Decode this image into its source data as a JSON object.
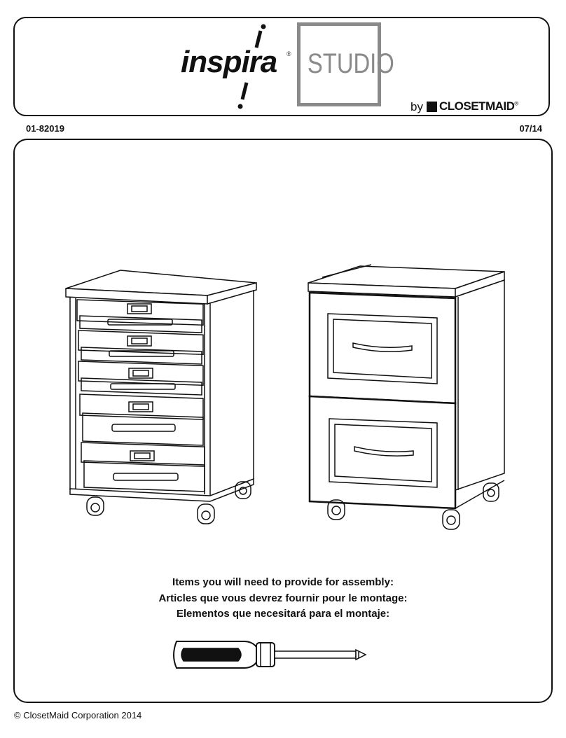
{
  "header": {
    "logo_main": "inspira",
    "logo_reg": "®",
    "logo_studio": "STUDIO",
    "by_label": "by",
    "brand": "CLOSETMAID",
    "brand_reg": "®"
  },
  "meta": {
    "part_number": "01-82019",
    "date_code": "07/14"
  },
  "instructions": {
    "line_en": "Items you will need to provide for assembly:",
    "line_fr": "Articles que vous devrez fournir pour le montage:",
    "line_es": "Elementos que necesitará para el montaje:"
  },
  "footer": {
    "copyright": "© ClosetMaid Corporation 2014"
  },
  "icons": [
    "five-drawer-cabinet-illustration",
    "two-drawer-cabinet-illustration",
    "screwdriver-icon"
  ]
}
